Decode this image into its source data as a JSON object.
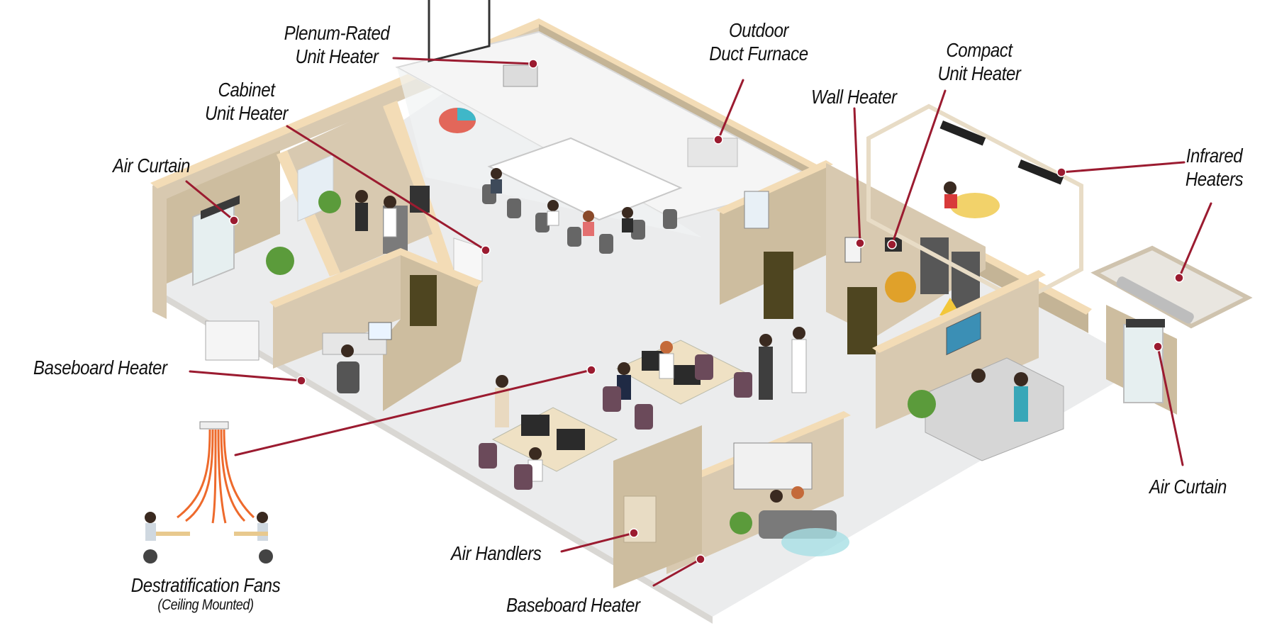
{
  "labels": {
    "plenum_rated": [
      "Plenum-Rated",
      "Unit Heater"
    ],
    "outdoor_duct": [
      "Outdoor",
      "Duct Furnace"
    ],
    "compact_unit": [
      "Compact",
      "Unit Heater"
    ],
    "wall_heater": "Wall Heater",
    "cabinet_unit": [
      "Cabinet",
      "Unit Heater"
    ],
    "air_curtain_left": "Air Curtain",
    "infrared": [
      "Infrared",
      "Heaters"
    ],
    "baseboard_left": "Baseboard Heater",
    "air_curtain_right": "Air Curtain",
    "air_handlers": "Air Handlers",
    "baseboard_bottom": "Baseboard Heater",
    "destrat_title": "Destratification Fans",
    "destrat_sub": "(Ceiling Mounted)"
  },
  "colors": {
    "accent": "#9b1b30",
    "wall_top": "#f3dcb6",
    "wall_face": "#d8c9b0",
    "wall_shade": "#c4b496",
    "floor": "#ebeced",
    "door": "#4e4520",
    "fan_airflow": "#ee6a2c"
  }
}
